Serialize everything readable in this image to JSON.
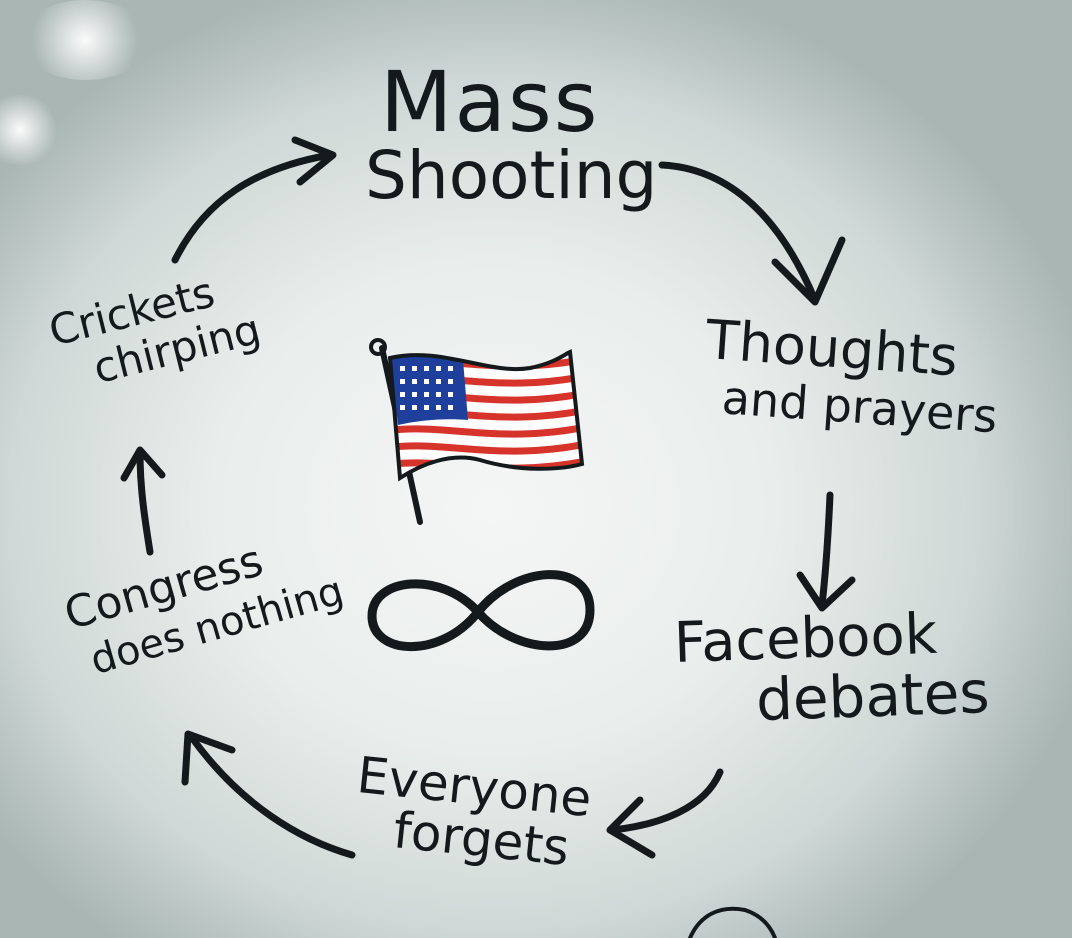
{
  "cycle": {
    "mass_shooting": {
      "line1": "Mass",
      "line2": "Shooting"
    },
    "thoughts_and_prayers": {
      "line1": "Thoughts",
      "line2": "and prayers"
    },
    "facebook_debates": {
      "line1": "Facebook",
      "line2": "debates"
    },
    "everyone_forgets": {
      "line1": "Everyone",
      "line2": "forgets"
    },
    "congress_does_nothing": {
      "line1": "Congress",
      "line2": "does nothing"
    },
    "crickets_chirping": {
      "line1": "Crickets",
      "line2": "chirping"
    }
  },
  "center": {
    "flag_icon": "american-flag-icon",
    "infinity_icon": "infinity-icon"
  },
  "colors": {
    "ink": "#141a1c",
    "flag_red": "#d6342b",
    "flag_blue": "#1f3f9c",
    "flag_white": "#fdfdfd"
  }
}
